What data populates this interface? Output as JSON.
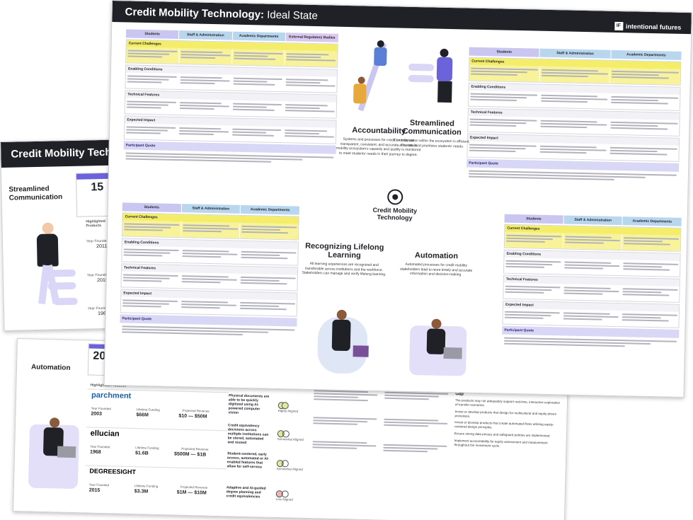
{
  "main_sheet": {
    "title_prefix": "Credit Mobility Technology:",
    "title_suffix": " Ideal State",
    "brand": "intentional futures",
    "brand_logo": "IF"
  },
  "back_sheet_1": {
    "title": "Credit Mobility Techno",
    "subtitle": "Streamlined Communication",
    "vendor_count": "15",
    "highlighted_label": "Highlighted Products",
    "years": [
      {
        "label": "Year Founded",
        "value": "2011"
      },
      {
        "label": "Year Founded",
        "value": "2016"
      },
      {
        "label": "Year Founded",
        "value": "1968"
      }
    ]
  },
  "back_sheet_2": {
    "title": "Automation",
    "vendor_count": "20",
    "highlighted_label": "Highlighted Products",
    "vendors": [
      {
        "name": "parchment",
        "color": "#1f5fa8",
        "founded_label": "Year Founded",
        "founded": "2003",
        "funding_label": "Lifetime Funding",
        "funding": "$66M",
        "revenue_label": "Projected Revenue",
        "revenue": "$10 — $50M"
      },
      {
        "name": "ellucian",
        "color": "#1f2126",
        "founded_label": "Year Founded",
        "founded": "1968",
        "funding_label": "Lifetime Funding",
        "funding": "$1.6B",
        "revenue_label": "Projected Revenue",
        "revenue": "$500M — $1B"
      },
      {
        "name": "DEGREESIGHT",
        "color": "#1f2126",
        "founded_label": "Year Founded",
        "founded": "2015",
        "funding_label": "Lifetime Funding",
        "funding": "$3.3M",
        "revenue_label": "Projected Revenue",
        "revenue": "$1M — $10M"
      }
    ],
    "features": [
      "Physical documents are able to be quickly digitized using AI-powered computer vision",
      "Credit equivalency decisions across multiple institutions can be stored, automated and reused",
      "Student-centered, early access, automated or AI-enabled features that allow for self-service",
      "Adaptive and AI-guided degree planning and credit equivalencies"
    ],
    "alignment": [
      "Highly Aligned",
      "Somewhat Aligned",
      "Somewhat Aligned",
      "Low Aligned"
    ],
    "gap_label": "Gap",
    "gap_items": [
      "The products may not adequately support real-time, interactive exploration of transfer scenarios.",
      "Invest or develop products that design for multicultural and equity-driven processes.",
      "Invest or develop products that create automated flows utilizing equity-centered design principles.",
      "Ensure strong data privacy and safeguard policies are implemented.",
      "Implement accountability for equity assessment and measurement throughout the investment cycle."
    ]
  },
  "quadrants": [
    {
      "columns": [
        "Students",
        "Staff & Administration",
        "Academic Departments",
        "External Regulatory Bodies"
      ],
      "sections": [
        "Current Challenges",
        "Enabling Conditions",
        "Technical Features",
        "Expected Impact"
      ],
      "quote_label": "Participant Quote"
    },
    {
      "columns": [
        "Students",
        "Staff & Administration",
        "Academic Departments"
      ],
      "sections": [
        "Current Challenges",
        "Enabling Conditions",
        "Technical Features",
        "Expected Impact"
      ],
      "quote_label": "Participant Quote"
    },
    {
      "columns": [
        "Students",
        "Staff & Administration",
        "Academic Departments"
      ],
      "sections": [
        "Current Challenges",
        "Enabling Conditions",
        "Technical Features",
        "Expected Impact"
      ],
      "quote_label": "Participant Quote"
    },
    {
      "columns": [
        "Students",
        "Staff & Administration",
        "Academic Departments"
      ],
      "sections": [
        "Current Challenges",
        "Enabling Conditions",
        "Technical Features",
        "Expected Impact"
      ],
      "quote_label": "Participant Quote"
    }
  ],
  "pillars": {
    "accountability": {
      "title": "Accountability",
      "desc": "Systems and processes for credit mobility are transparent, consistent, and accurate. The credit mobility ecosystem's capacity and quality is monitored to meet students' needs in their journey to degree."
    },
    "communication": {
      "title": "Streamlined Communication",
      "desc": "Communication within the ecosystem is efficient, accurate, and prioritizes students' needs."
    },
    "lifelong": {
      "title": "Recognizing Lifelong Learning",
      "desc": "All learning experiences are recognized and transferable across institutions and the workforce. Stakeholders can manage and verify lifelong learning."
    },
    "automation": {
      "title": "Automation",
      "desc": "Automated processes for credit mobility stakeholders lead to more timely and accurate information and decision-making."
    }
  },
  "hub": {
    "title": "Credit Mobility Technology"
  },
  "colors": {
    "header_dark": "#1f2126",
    "challenge_yellow": "#f8f39a",
    "student_purple": "#c9c7f2",
    "staff_blue": "#b9d6ef",
    "quote_purple": "#d9d7f6"
  }
}
